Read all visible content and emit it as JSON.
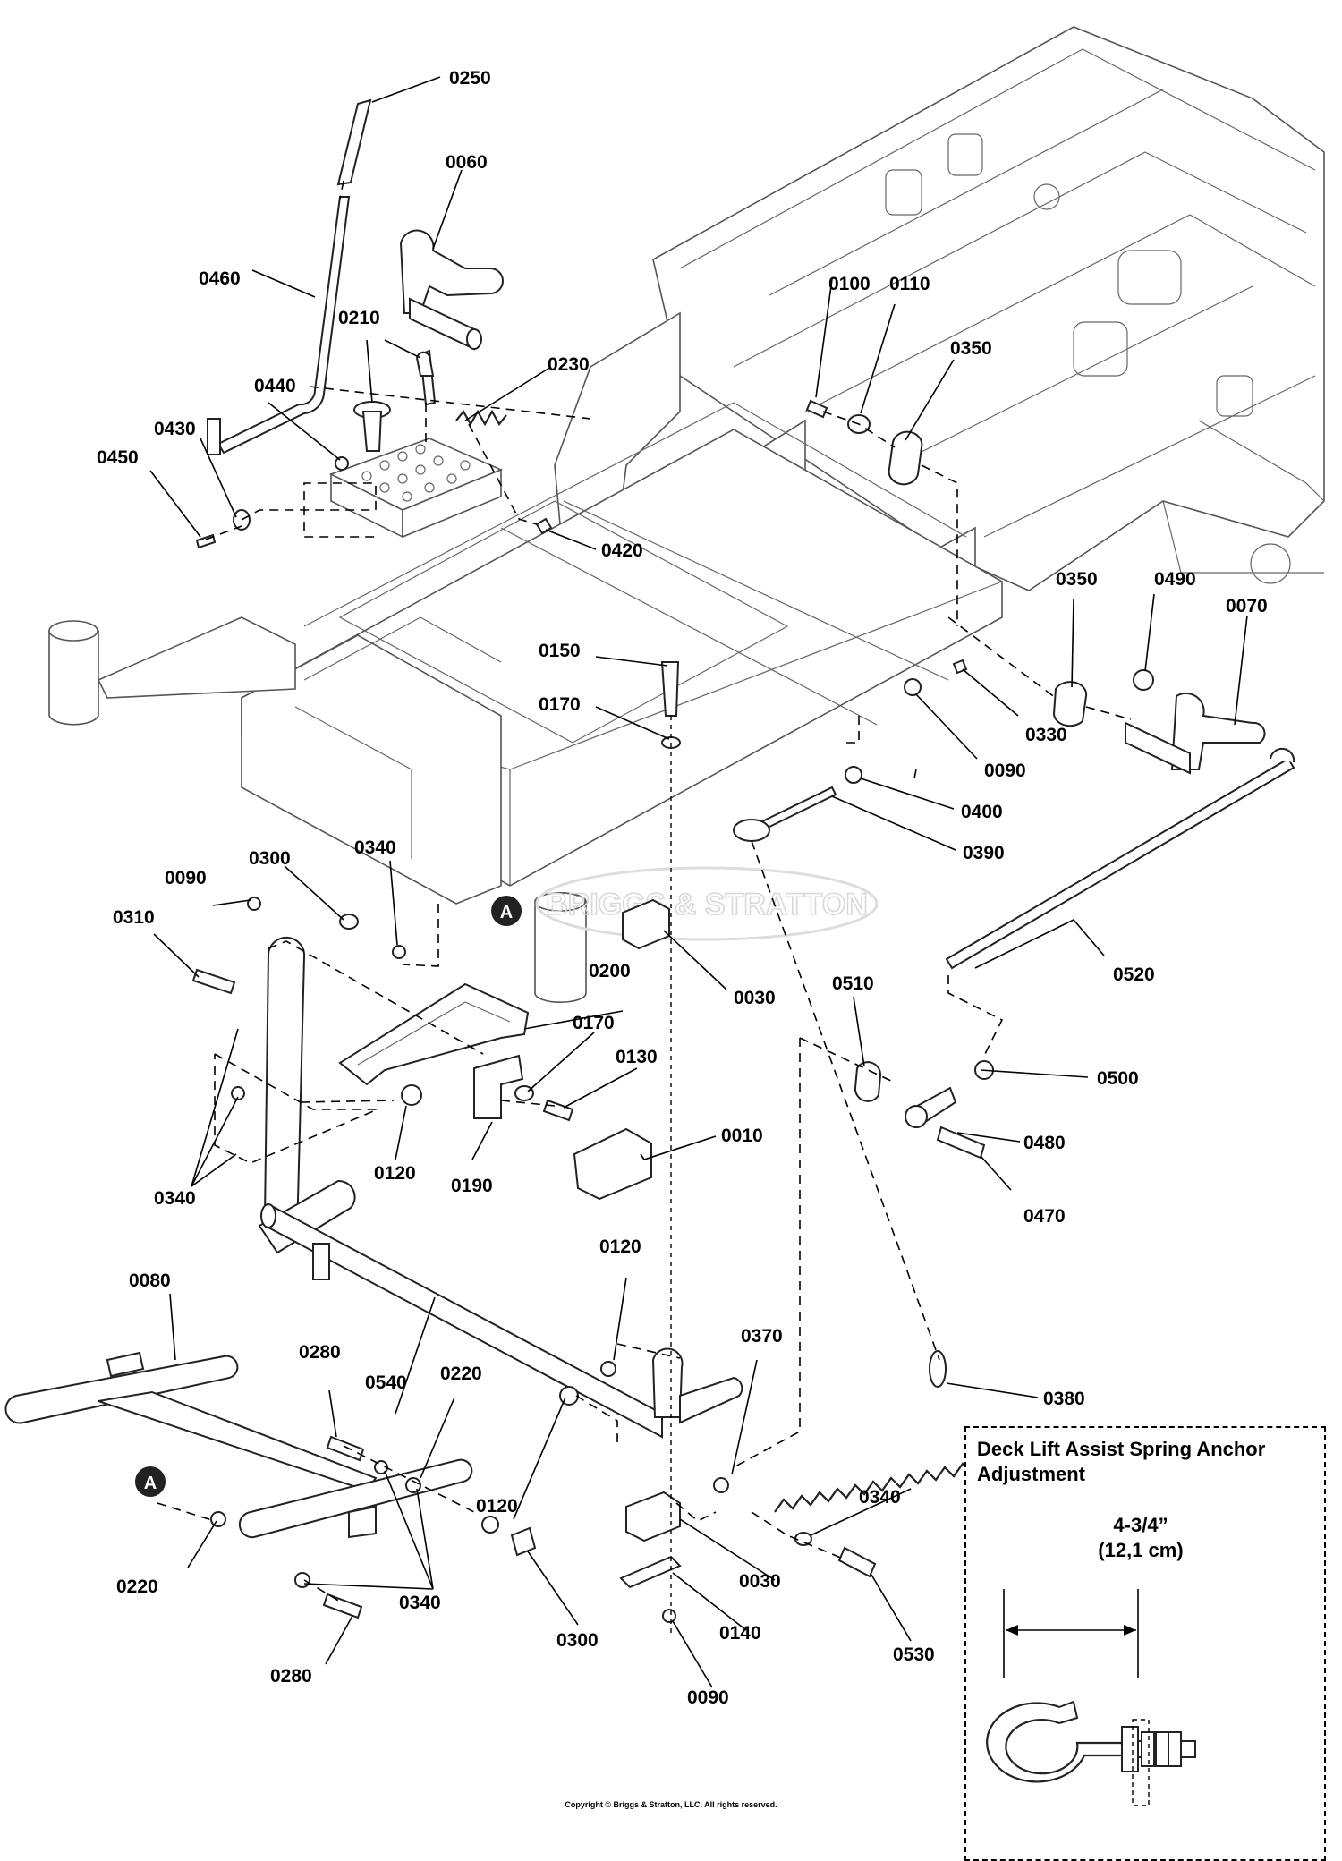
{
  "parts": [
    {
      "ref": "0250"
    },
    {
      "ref": "0060"
    },
    {
      "ref": "0460"
    },
    {
      "ref": "0210"
    },
    {
      "ref": "0230"
    },
    {
      "ref": "0440"
    },
    {
      "ref": "0430"
    },
    {
      "ref": "0450"
    },
    {
      "ref": "0420"
    },
    {
      "ref": "0100"
    },
    {
      "ref": "0110"
    },
    {
      "ref": "0350"
    },
    {
      "ref": "0150"
    },
    {
      "ref": "0170"
    },
    {
      "ref": "0350"
    },
    {
      "ref": "0490"
    },
    {
      "ref": "0070"
    },
    {
      "ref": "0330"
    },
    {
      "ref": "0090"
    },
    {
      "ref": "0400"
    },
    {
      "ref": "0390"
    },
    {
      "ref": "0090"
    },
    {
      "ref": "0300"
    },
    {
      "ref": "0340"
    },
    {
      "ref": "0310"
    },
    {
      "ref": "0200"
    },
    {
      "ref": "0030"
    },
    {
      "ref": "0520"
    },
    {
      "ref": "0170"
    },
    {
      "ref": "0130"
    },
    {
      "ref": "0510"
    },
    {
      "ref": "0500"
    },
    {
      "ref": "0340"
    },
    {
      "ref": "0120"
    },
    {
      "ref": "0190"
    },
    {
      "ref": "0010"
    },
    {
      "ref": "0480"
    },
    {
      "ref": "0470"
    },
    {
      "ref": "0120"
    },
    {
      "ref": "0080"
    },
    {
      "ref": "0280"
    },
    {
      "ref": "0540"
    },
    {
      "ref": "0220"
    },
    {
      "ref": "0370"
    },
    {
      "ref": "0380"
    },
    {
      "ref": "0120"
    },
    {
      "ref": "0340"
    },
    {
      "ref": "0220"
    },
    {
      "ref": "0340"
    },
    {
      "ref": "0300"
    },
    {
      "ref": "0030"
    },
    {
      "ref": "0140"
    },
    {
      "ref": "0530"
    },
    {
      "ref": "0280"
    },
    {
      "ref": "0090"
    }
  ],
  "callouts": {
    "a1": "A",
    "a2": "A"
  },
  "watermark": "BRIGGS & STRATTON",
  "inset": {
    "title": "Deck Lift Assist Spring Anchor Adjustment",
    "dimension_in": "4-3/4”",
    "dimension_cm": "(12,1 cm)"
  },
  "copyright": "Copyright © Briggs & Stratton, LLC. All rights reserved."
}
